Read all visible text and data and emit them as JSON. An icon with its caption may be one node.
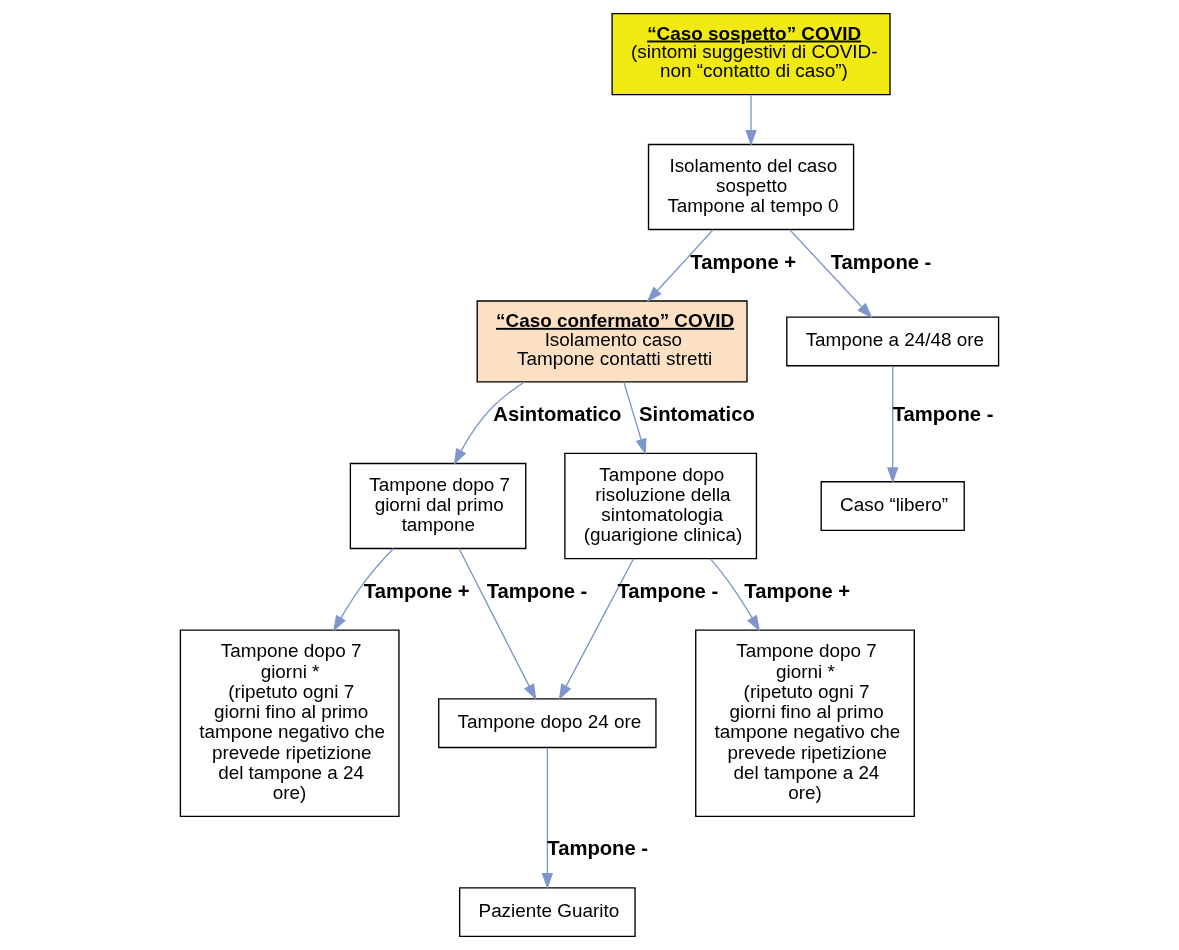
{
  "diagram": {
    "nodes": [
      {
        "text": [
          "“Caso sospetto” COVID",
          "(sintomi suggestivi di COVID- non “contatto di caso”)"
        ]
      },
      {
        "text": [
          "Isolamento del caso sospetto",
          "Tampone al tempo 0"
        ]
      },
      {
        "text": [
          "“Caso confermato” COVID",
          "Isolamento caso",
          "Tampone contatti stretti"
        ]
      },
      {
        "text": [
          "Tampone a 24/48 ore"
        ]
      },
      {
        "text": [
          "Tampone dopo risoluzione della sintomatologia (guarigione clinica)"
        ]
      },
      {
        "text": [
          "Tampone dopo 7 giorni dal primo tampone"
        ]
      },
      {
        "text": [
          "Caso “libero”"
        ]
      },
      {
        "text": [
          "Tampone dopo 24 ore"
        ]
      },
      {
        "text": [
          "Tampone dopo 7 giorni *",
          "(ripetuto ogni 7 giorni fino al primo tampone negativo che prevede ripetizione del tampone a 24 ore)"
        ]
      },
      {
        "text": [
          "Paziente Guarito"
        ]
      },
      {
        "text": [
          "Tampone dopo 7 giorni *",
          "(ripetuto ogni 7 giorni fino al primo tampone negativo che prevede ripetizione del tampone a 24 ore)"
        ]
      }
    ],
    "edges": [
      {
        "from": 0,
        "to": 1,
        "arrow": "to"
      },
      {
        "from": 1,
        "to": 2,
        "arrow": "to",
        "label": "Tampone +"
      },
      {
        "from": 1,
        "to": 3,
        "arrow": "to",
        "label": "Tampone -"
      },
      {
        "from": 2,
        "to": 4,
        "arrow": "to",
        "label": "Sintomatico"
      },
      {
        "from": 2,
        "to": 5,
        "arrow": "to",
        "label": "Asintomatico"
      },
      {
        "from": 3,
        "to": 6,
        "arrow": "to",
        "label": "Tampone -"
      },
      {
        "from": 4,
        "to": 7,
        "arrow": "to",
        "label": "Tampone -"
      },
      {
        "from": 5,
        "to": 7,
        "arrow": "to",
        "label": "Tampone -"
      },
      {
        "from": 4,
        "to": 8,
        "arrow": "to",
        "label": "Tampone +"
      },
      {
        "from": 5,
        "to": 10,
        "arrow": "to",
        "label": "Tampone +"
      },
      {
        "from": 7,
        "to": 9,
        "arrow": "to",
        "label": "Tampone -"
      }
    ]
  }
}
